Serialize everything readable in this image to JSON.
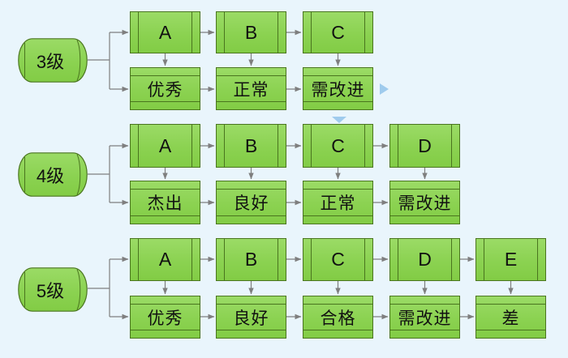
{
  "colors": {
    "background": "#e9f5fc",
    "shape_fill": "#8bd251",
    "shape_fill_light": "#9bdb66",
    "shape_border": "#4a751f",
    "connector": "#7f7f7f",
    "nav_arrow": "#9fcbed"
  },
  "icons": {
    "nav_right": "triangle-right-icon",
    "nav_down": "triangle-down-icon"
  },
  "rows": [
    {
      "level_label": "3级",
      "letters": [
        "A",
        "B",
        "C"
      ],
      "grades": [
        "优秀",
        "正常",
        "需改进"
      ]
    },
    {
      "level_label": "4级",
      "letters": [
        "A",
        "B",
        "C",
        "D"
      ],
      "grades": [
        "杰出",
        "良好",
        "正常",
        "需改进"
      ]
    },
    {
      "level_label": "5级",
      "letters": [
        "A",
        "B",
        "C",
        "D",
        "E"
      ],
      "grades": [
        "优秀",
        "良好",
        "合格",
        "需改进",
        "差"
      ]
    }
  ]
}
